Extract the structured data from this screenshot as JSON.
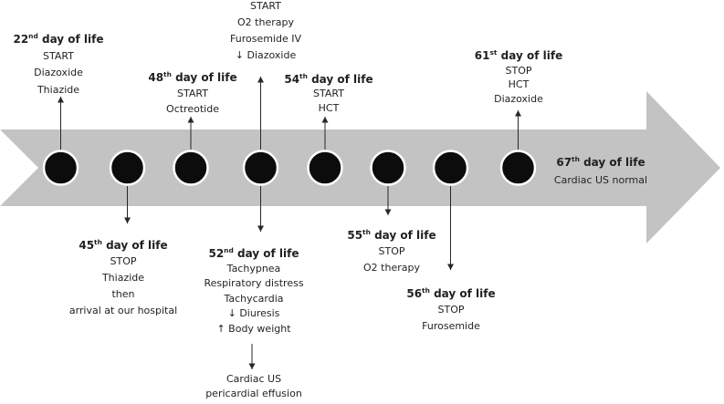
{
  "colors": {
    "background": "#ffffff",
    "arrow_fill": "#c4c3c3",
    "dot_fill": "#0c0c0c",
    "dot_ring": "#ffffff",
    "connector": "#2a2526",
    "text": "#231f20"
  },
  "timeline": {
    "direction": "left-to-right",
    "dot_count": 8
  },
  "blocks": {
    "day22": {
      "num": "22",
      "ord": "nd",
      "rest": " day of life",
      "lines": [
        "START",
        "Diazoxide",
        "Thiazide"
      ]
    },
    "top_center": {
      "lines": [
        "START",
        "O2 therapy",
        "Furosemide IV",
        "↓ Diazoxide"
      ]
    },
    "day48": {
      "num": "48",
      "ord": "th",
      "rest": " day of life",
      "lines": [
        "START",
        "Octreotide"
      ]
    },
    "day54": {
      "num": "54",
      "ord": "th",
      "rest": " day of life",
      "lines": [
        "START",
        "HCT"
      ]
    },
    "day61": {
      "num": "61",
      "ord": "st",
      "rest": " day of life",
      "lines": [
        "STOP",
        "HCT",
        "Diazoxide"
      ]
    },
    "day67": {
      "num": "67",
      "ord": "th",
      "rest": " day of life",
      "lines": [
        "Cardiac US normal"
      ]
    },
    "day45": {
      "num": "45",
      "ord": "th",
      "rest": " day of life",
      "lines": [
        "STOP",
        "Thiazide",
        "then",
        "arrival at our hospital"
      ]
    },
    "day52": {
      "num": "52",
      "ord": "nd",
      "rest": " day of life",
      "lines": [
        "Tachypnea",
        "Respiratory distress",
        "Tachycardia",
        "↓ Diuresis",
        "↑ Body weight"
      ]
    },
    "cardiac_us": {
      "lines": [
        "Cardiac US",
        "pericardial effusion"
      ]
    },
    "day55": {
      "num": "55",
      "ord": "th",
      "rest": " day of life",
      "lines": [
        "STOP",
        "O2 therapy"
      ]
    },
    "day56": {
      "num": "56",
      "ord": "th",
      "rest": " day of life",
      "lines": [
        "STOP",
        "Furosemide"
      ]
    }
  }
}
